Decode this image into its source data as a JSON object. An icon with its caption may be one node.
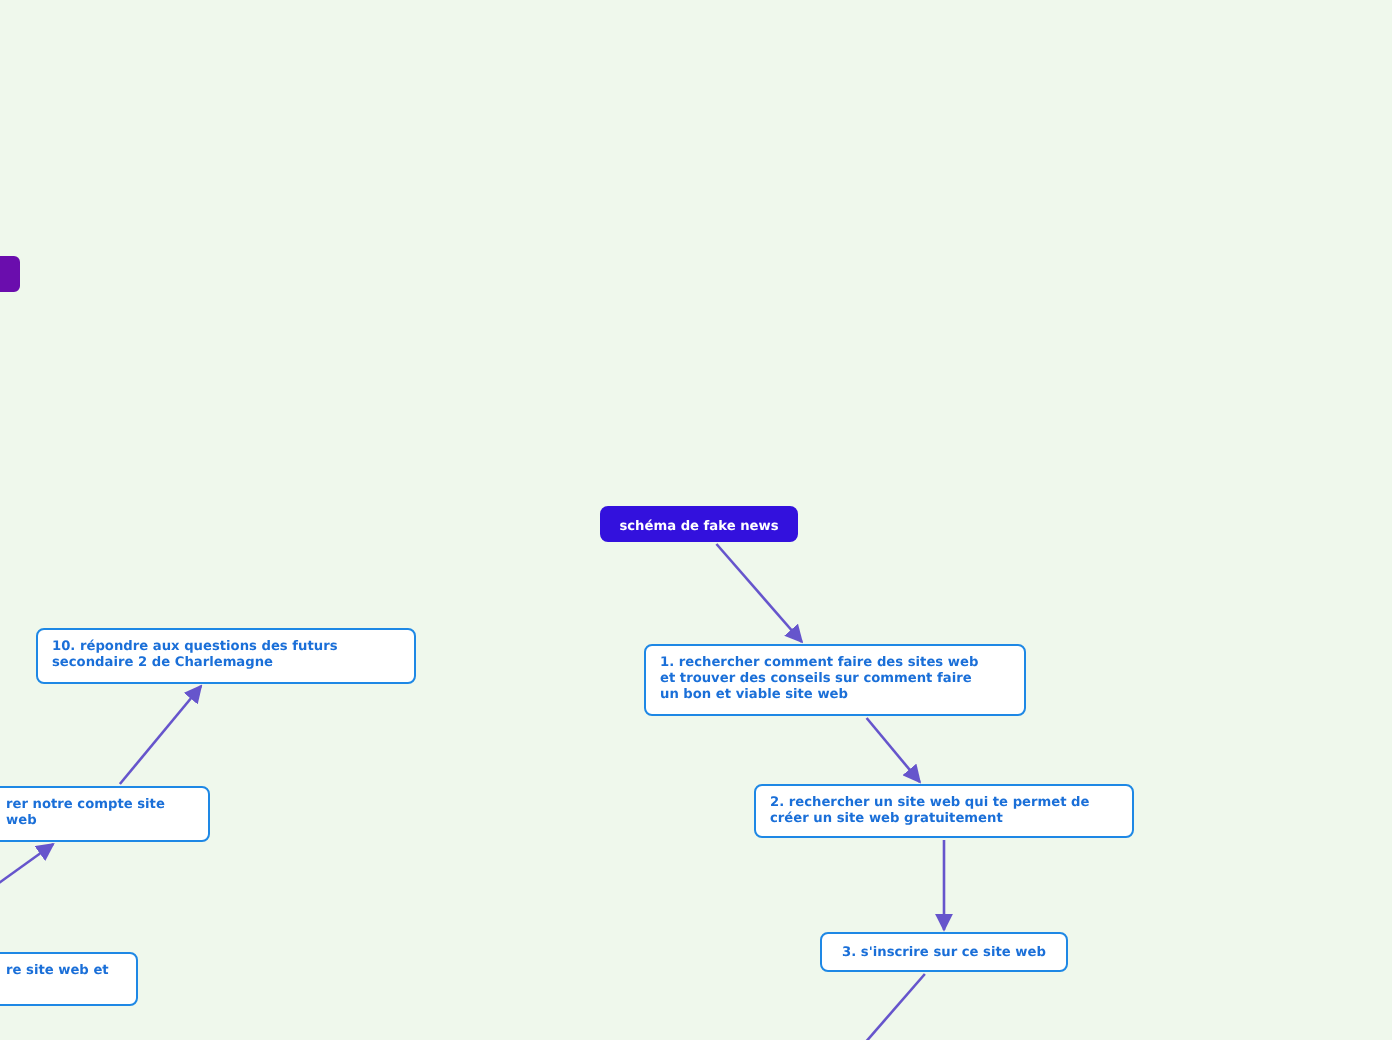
{
  "diagram": {
    "nodes": [
      {
        "text": [],
        "shape": "box"
      },
      {
        "text": [
          "schéma de fake news"
        ]
      },
      {
        "text": [
          "1. rechercher comment faire des sites web et trouver des conseils sur comment faire un bon et viable site web"
        ]
      },
      {
        "text": [
          "2. rechercher un site web qui te permet de créer un site web gratuitement"
        ]
      },
      {
        "text": [
          "3. s'inscrire sur ce site web"
        ]
      },
      {
        "text": [
          "10. répondre aux questions des futurs secondaire 2 de Charlemagne"
        ]
      },
      {
        "text": [
          "rer notre compte site web"
        ]
      },
      {
        "text": [
          "re site web et"
        ]
      }
    ],
    "edges": [
      {
        "from": 1,
        "to": 2,
        "arrow": "to"
      },
      {
        "from": 2,
        "to": 3,
        "arrow": "to"
      },
      {
        "from": 3,
        "to": 4,
        "arrow": "to"
      },
      {
        "from": 4,
        "to": null,
        "arrow": "none"
      },
      {
        "from": 6,
        "to": 5,
        "arrow": "to"
      },
      {
        "from": null,
        "to": 6,
        "arrow": "to"
      }
    ]
  }
}
